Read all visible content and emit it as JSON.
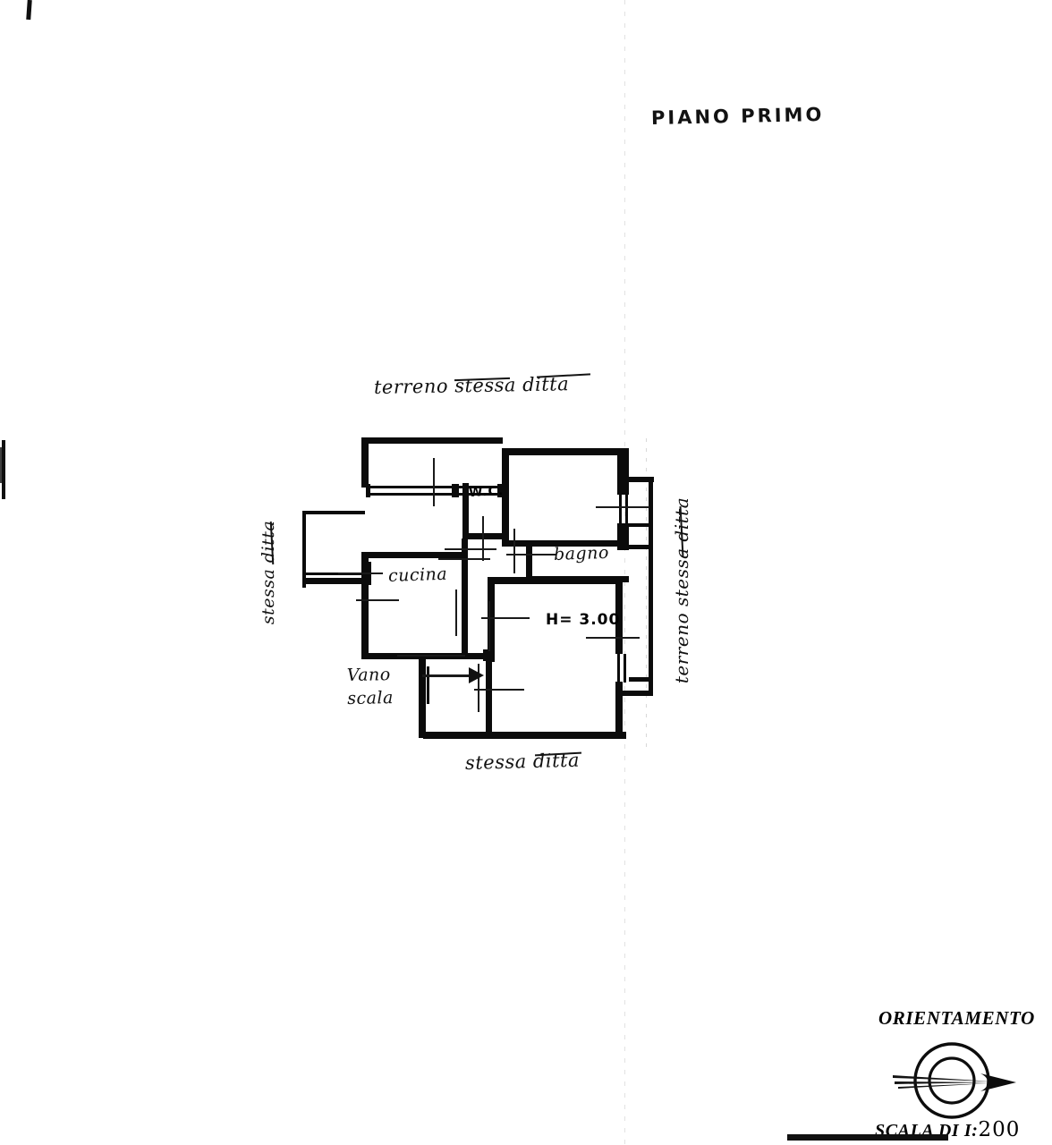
{
  "sheet": {
    "title": "PIANO PRIMO",
    "drawing_type": "architectural-floor-plan",
    "ink_color": "#0b0b0b",
    "paper_color": "#ffffff"
  },
  "annotations": {
    "top_note": "terreno stessa ditta",
    "bottom_note": "stessa ditta",
    "left_note": "stessa ditta",
    "right_note": "terreno stessa ditta",
    "height_note": "H= 3.00"
  },
  "rooms": [
    {
      "id": "cucina",
      "label": "cucina"
    },
    {
      "id": "wc",
      "label": "W.C."
    },
    {
      "id": "bagno",
      "label": "bagno"
    },
    {
      "id": "vano-scala",
      "label_line1": "Vano",
      "label_line2": "scala"
    }
  ],
  "orientation": {
    "title": "ORIENTAMENTO",
    "compass_arrow_direction": "east",
    "scale_prefix": "SCALA DI I:",
    "scale_value": "200"
  }
}
